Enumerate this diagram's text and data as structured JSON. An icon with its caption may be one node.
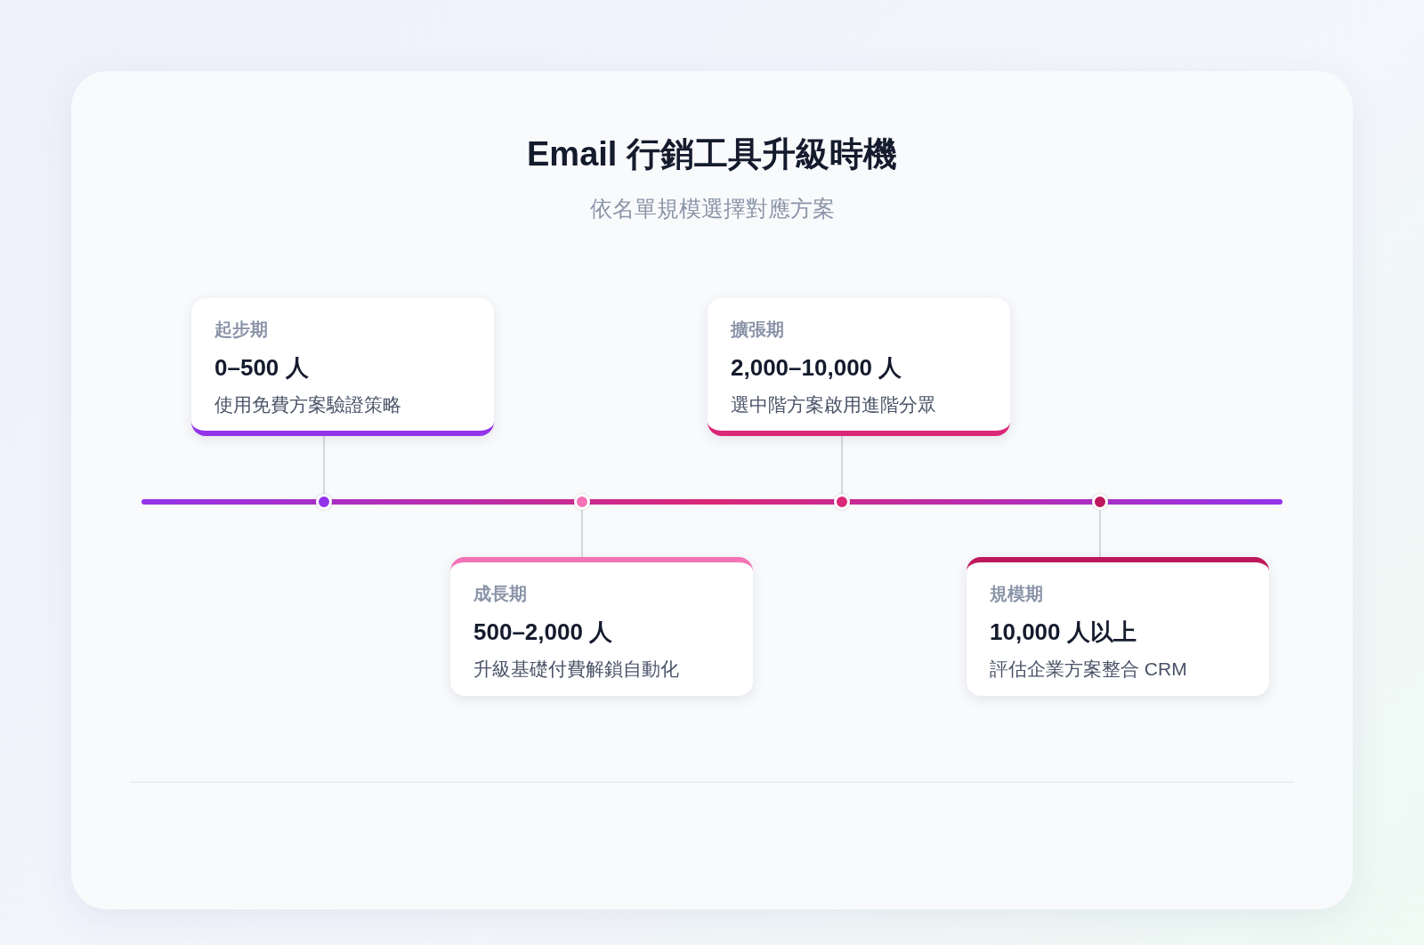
{
  "diagram": {
    "title": "Email 行銷工具升級時機",
    "nodes": [
      {
        "text": [
          "起步期",
          "0–500 人",
          "使用免費方案驗證策略"
        ]
      },
      {
        "text": [
          "成長期",
          "500–2,000 人",
          "升級基礎付費解鎖自動化"
        ]
      },
      {
        "text": [
          "擴張期",
          "2,000–10,000 人",
          "選中階方案啟用進階分眾"
        ]
      },
      {
        "text": [
          "規模期",
          "10,000 人以上",
          "評估企業方案整合 CRM"
        ]
      },
      {
        "text": [],
        "shape": "circle"
      },
      {
        "text": [],
        "shape": "circle"
      },
      {
        "text": [],
        "shape": "circle"
      },
      {
        "text": [],
        "shape": "circle"
      }
    ],
    "edges": [
      {
        "from": 0,
        "to": 4,
        "arrow": "none"
      },
      {
        "from": 1,
        "to": 5,
        "arrow": "none"
      },
      {
        "from": 2,
        "to": 6,
        "arrow": "none"
      },
      {
        "from": 3,
        "to": 7,
        "arrow": "none"
      }
    ],
    "labels": [
      "依名單規模選擇對應方案"
    ]
  }
}
